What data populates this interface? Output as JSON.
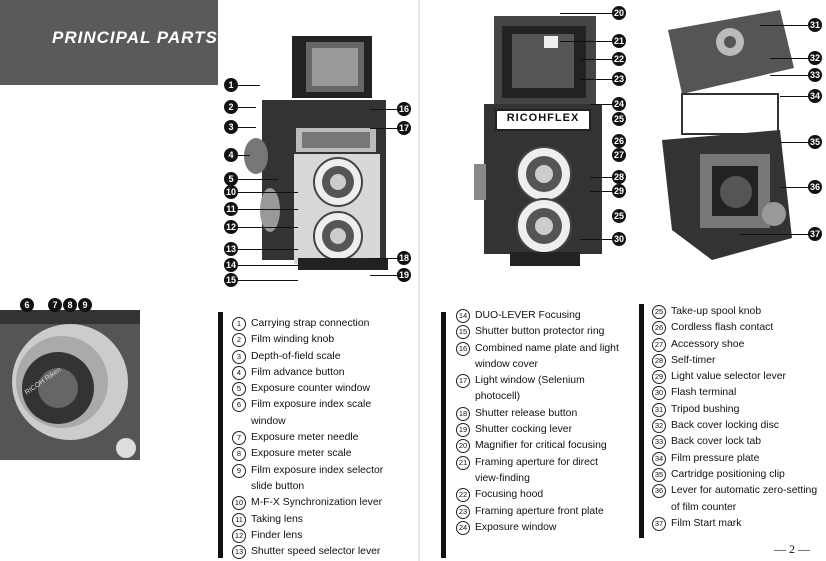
{
  "title": "PRINCIPAL PARTS",
  "page_number": "— 2 —",
  "brand_plate": "RICOHFLEX",
  "lens_ring_text": "RICOH Riken",
  "list_left": [
    {
      "n": "1",
      "label": "Carrying strap connection"
    },
    {
      "n": "2",
      "label": "Film winding knob"
    },
    {
      "n": "3",
      "label": "Depth-of-field scale"
    },
    {
      "n": "4",
      "label": "Film advance button"
    },
    {
      "n": "5",
      "label": "Exposure counter window"
    },
    {
      "n": "6",
      "label": "Film exposure index scale window"
    },
    {
      "n": "7",
      "label": "Exposure meter needle"
    },
    {
      "n": "8",
      "label": "Exposure meter scale"
    },
    {
      "n": "9",
      "label": "Film exposure index selector slide button"
    },
    {
      "n": "10",
      "label": "M-F-X Synchronization lever"
    },
    {
      "n": "11",
      "label": "Taking lens"
    },
    {
      "n": "12",
      "label": "Finder lens"
    },
    {
      "n": "13",
      "label": "Shutter speed selector lever"
    }
  ],
  "list_middle": [
    {
      "n": "14",
      "label": "DUO-LEVER Focusing"
    },
    {
      "n": "15",
      "label": "Shutter button protector ring"
    },
    {
      "n": "16",
      "label": "Combined name plate and light window cover"
    },
    {
      "n": "17",
      "label": "Light window (Selenium photocell)"
    },
    {
      "n": "18",
      "label": "Shutter release button"
    },
    {
      "n": "19",
      "label": "Shutter cocking lever"
    },
    {
      "n": "20",
      "label": "Magnifier for critical focusing"
    },
    {
      "n": "21",
      "label": "Framing aperture for direct view-finding"
    },
    {
      "n": "22",
      "label": "Focusing hood"
    },
    {
      "n": "23",
      "label": "Framing aperture front plate"
    },
    {
      "n": "24",
      "label": "Exposure window"
    }
  ],
  "list_right": [
    {
      "n": "25",
      "label": "Take-up spool knob"
    },
    {
      "n": "26",
      "label": "Cordless flash contact"
    },
    {
      "n": "27",
      "label": "Accessory shoe"
    },
    {
      "n": "28",
      "label": "Self-timer"
    },
    {
      "n": "29",
      "label": "Light value selector lever"
    },
    {
      "n": "30",
      "label": "Flash terminal"
    },
    {
      "n": "31",
      "label": "Tripod bushing"
    },
    {
      "n": "32",
      "label": "Back cover locking disc"
    },
    {
      "n": "33",
      "label": "Back cover lock tab"
    },
    {
      "n": "34",
      "label": "Film pressure plate"
    },
    {
      "n": "35",
      "label": "Cartridge positioning clip"
    },
    {
      "n": "36",
      "label": "Lever for automatic zero-setting of film counter"
    },
    {
      "n": "37",
      "label": "Film Start mark"
    }
  ],
  "callouts": {
    "cam1": [
      "1",
      "2",
      "3",
      "4",
      "5",
      "10",
      "11",
      "12",
      "13",
      "14",
      "15",
      "16",
      "17",
      "18",
      "19"
    ],
    "detail": [
      "6",
      "7",
      "8",
      "9"
    ],
    "cam2": [
      "20",
      "21",
      "22",
      "23",
      "24",
      "25",
      "26",
      "27",
      "28",
      "29",
      "25",
      "30"
    ],
    "cam3": [
      "31",
      "32",
      "33",
      "34",
      "35",
      "36",
      "37"
    ]
  }
}
